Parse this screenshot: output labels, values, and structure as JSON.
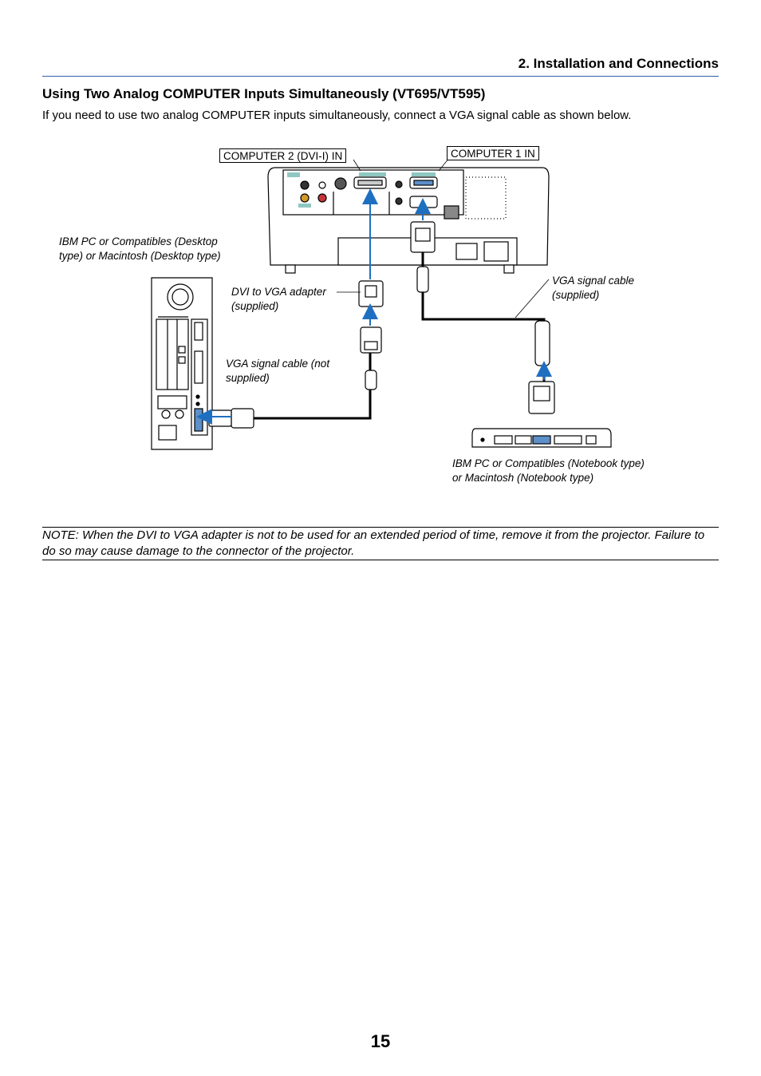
{
  "header": {
    "section_title": "2. Installation and Connections"
  },
  "heading": "Using Two Analog COMPUTER Inputs Simultaneously (VT695/VT595)",
  "intro": "If you need to use two analog COMPUTER inputs simultaneously, connect a VGA signal cable as shown below.",
  "diagram": {
    "port_computer2": "COMPUTER 2 (DVI-I) IN",
    "port_computer1": "COMPUTER 1 IN",
    "desktop_label_1": "IBM PC or Compatibles (Desktop",
    "desktop_label_2": "type) or Macintosh (Desktop type)",
    "adapter_label_1": "DVI to VGA adapter",
    "adapter_label_2": "(supplied)",
    "vga_supplied_1": "VGA signal cable",
    "vga_supplied_2": "(supplied)",
    "vga_not_supplied_1": "VGA signal cable (not",
    "vga_not_supplied_2": "supplied)",
    "notebook_label_1": "IBM PC or Compatibles (Notebook type)",
    "notebook_label_2": "or Macintosh (Notebook type)",
    "colors": {
      "arrow": "#1f6fc0",
      "rule": "#2f5fa8"
    }
  },
  "note": "NOTE: When the DVI to VGA adapter is not to be used for an extended period of time, remove it from the projector. Failure to do so may cause damage to the connector of the projector.",
  "page_number": "15"
}
